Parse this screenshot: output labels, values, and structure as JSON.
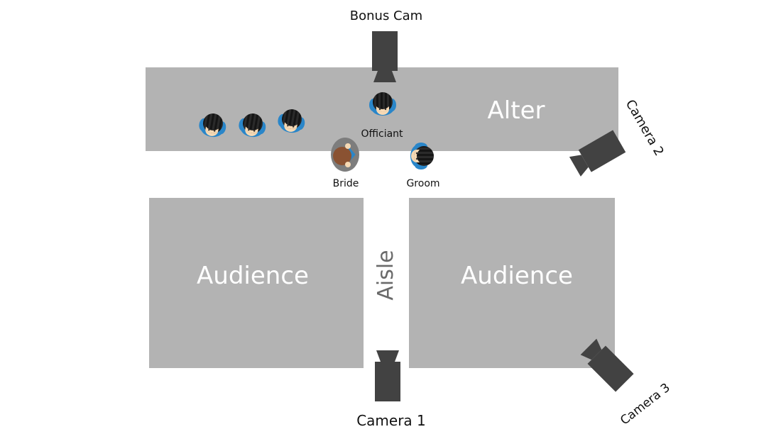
{
  "areas": {
    "altar": "Alter",
    "audience_left": "Audience",
    "audience_right": "Audience",
    "aisle": "Aisle"
  },
  "people": {
    "officiant": "Officiant",
    "bride": "Bride",
    "groom": "Groom"
  },
  "cameras": {
    "bonus": "Bonus Cam",
    "camera1": "Camera 1",
    "camera2": "Camera 2",
    "camera3": "Camera 3"
  },
  "colors": {
    "area": "#b3b3b3",
    "camera": "#424242",
    "hair": "#151515",
    "skin": "#f6d9b4",
    "shirt": "#2a86c9",
    "bride_hair": "#8a5232",
    "bride_dress": "#7d7d7d"
  }
}
